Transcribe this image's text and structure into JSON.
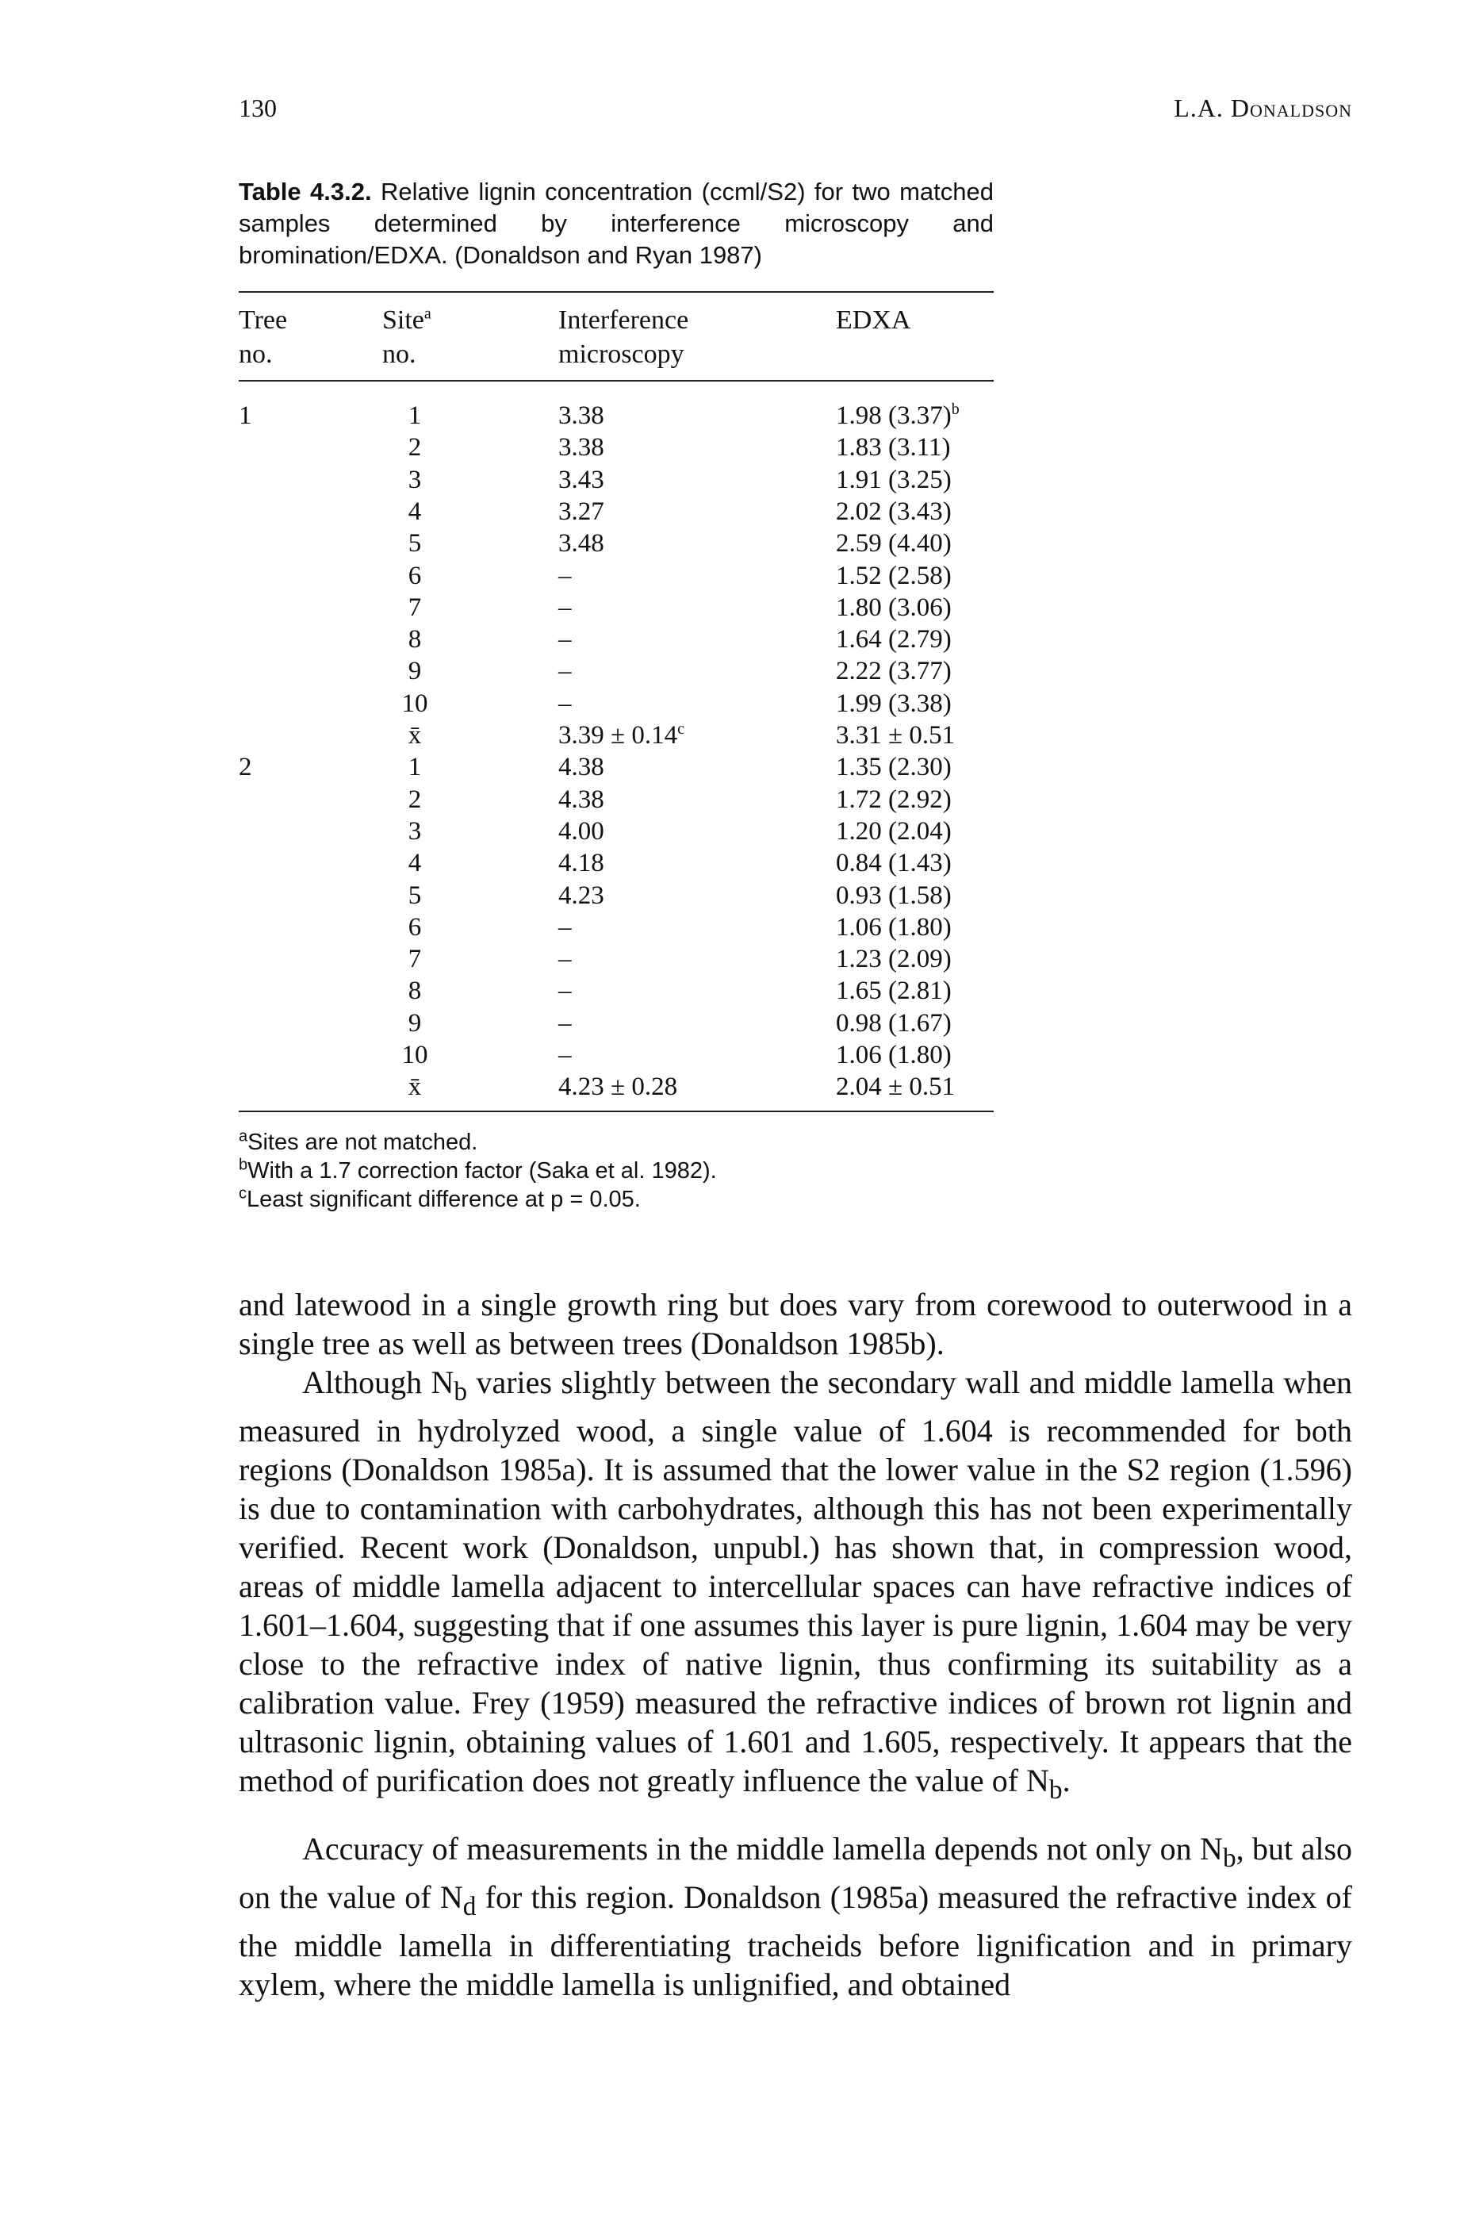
{
  "header": {
    "page_number": "130",
    "author": "L.A. Donaldson"
  },
  "caption": {
    "label": "Table 4.3.2.",
    "text": "Relative lignin concentration (ccml/S2) for two matched samples determined by interference microscopy and bromination/EDXA. (Donaldson and Ryan 1987)"
  },
  "table": {
    "headers": {
      "tree_line1": "Tree",
      "tree_line2": "no.",
      "site_line1": "Site",
      "site_sup": "a",
      "site_line2": "no.",
      "interf_line1": "Interference",
      "interf_line2": "microscopy",
      "edxa": "EDXA"
    },
    "rows": [
      {
        "tree": "1",
        "site": "1",
        "interf": "3.38",
        "edxa": "1.98 (3.37)",
        "edxa_sup": "b"
      },
      {
        "tree": "",
        "site": "2",
        "interf": "3.38",
        "edxa": "1.83 (3.11)"
      },
      {
        "tree": "",
        "site": "3",
        "interf": "3.43",
        "edxa": "1.91 (3.25)"
      },
      {
        "tree": "",
        "site": "4",
        "interf": "3.27",
        "edxa": "2.02 (3.43)"
      },
      {
        "tree": "",
        "site": "5",
        "interf": "3.48",
        "edxa": "2.59 (4.40)"
      },
      {
        "tree": "",
        "site": "6",
        "interf": "–",
        "edxa": "1.52 (2.58)"
      },
      {
        "tree": "",
        "site": "7",
        "interf": "–",
        "edxa": "1.80 (3.06)"
      },
      {
        "tree": "",
        "site": "8",
        "interf": "–",
        "edxa": "1.64 (2.79)"
      },
      {
        "tree": "",
        "site": "9",
        "interf": "–",
        "edxa": "2.22 (3.77)"
      },
      {
        "tree": "",
        "site": "10",
        "interf": "–",
        "edxa": "1.99 (3.38)"
      },
      {
        "tree": "",
        "site": "x̄",
        "interf": "3.39 ± 0.14",
        "interf_sup": "c",
        "edxa": "3.31 ± 0.51"
      },
      {
        "tree": "2",
        "site": "1",
        "interf": "4.38",
        "edxa": "1.35 (2.30)"
      },
      {
        "tree": "",
        "site": "2",
        "interf": "4.38",
        "edxa": "1.72 (2.92)"
      },
      {
        "tree": "",
        "site": "3",
        "interf": "4.00",
        "edxa": "1.20 (2.04)"
      },
      {
        "tree": "",
        "site": "4",
        "interf": "4.18",
        "edxa": "0.84 (1.43)"
      },
      {
        "tree": "",
        "site": "5",
        "interf": "4.23",
        "edxa": "0.93 (1.58)"
      },
      {
        "tree": "",
        "site": "6",
        "interf": "–",
        "edxa": "1.06 (1.80)"
      },
      {
        "tree": "",
        "site": "7",
        "interf": "–",
        "edxa": "1.23 (2.09)"
      },
      {
        "tree": "",
        "site": "8",
        "interf": "–",
        "edxa": "1.65 (2.81)"
      },
      {
        "tree": "",
        "site": "9",
        "interf": "–",
        "edxa": "0.98 (1.67)"
      },
      {
        "tree": "",
        "site": "10",
        "interf": "–",
        "edxa": "1.06 (1.80)"
      },
      {
        "tree": "",
        "site": "x̄",
        "interf": "4.23 ± 0.28",
        "edxa": "2.04 ± 0.51"
      }
    ],
    "footnotes": {
      "a_mark": "a",
      "a_text": "Sites are not matched.",
      "b_mark": "b",
      "b_text": "With a 1.7 correction factor (Saka et al. 1982).",
      "c_mark": "c",
      "c_text": "Least significant difference at p = 0.05."
    }
  },
  "body": {
    "p1": "and latewood in a single growth ring but does vary from corewood to outerwood in a single tree as well as between trees (Donaldson 1985b).",
    "p2_a": "Although N",
    "p2_sub": "b",
    "p2_b": " varies slightly between the secondary wall and middle lamella when measured in hydrolyzed wood, a single value of 1.604 is recommended for both regions (Donaldson 1985a). It is assumed that the lower value in the S2 region (1.596) is due to contamination with carbohydrates, although this has not been experimentally verified. Recent work (Donaldson, unpubl.) has shown that, in compression wood, areas of middle lamella adjacent to intercellular spaces can have refractive indices of 1.601–1.604, suggesting that if one assumes this layer is pure lignin, 1.604 may be very close to the refractive index of native lignin, thus confirming its suitability as a calibration value. Frey (1959) measured the refractive indices of brown rot lignin and ultrasonic lignin, obtaining values of 1.601 and 1.605, respectively. It appears that the method of purification does not greatly influence the value of N",
    "p2_sub2": "b",
    "p2_end": ".",
    "p3_a": "Accuracy of measurements in the middle lamella depends not only on N",
    "p3_sub1": "b",
    "p3_b": ", but also on the value of N",
    "p3_sub2": "d",
    "p3_c": " for this region. Donaldson (1985a) measured the refractive index of the middle lamella in differentiating tracheids before lignification and in primary xylem, where the middle lamella is unlignified, and obtained"
  }
}
